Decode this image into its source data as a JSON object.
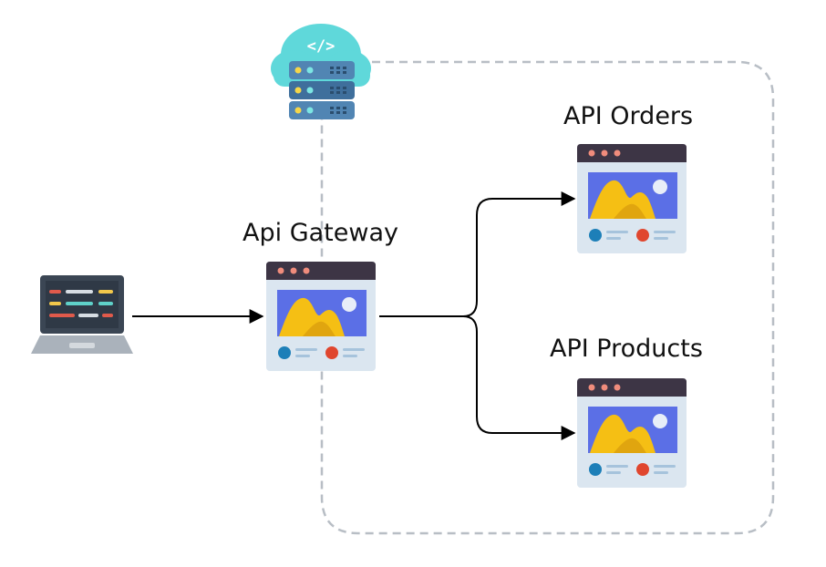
{
  "diagram": {
    "nodes": {
      "client": {
        "icon": "laptop-icon"
      },
      "cloud": {
        "icon": "cloud-server-icon",
        "glyph": "</>"
      },
      "gateway": {
        "label": "Api Gateway",
        "icon": "web-page-icon"
      },
      "orders": {
        "label": "API Orders",
        "icon": "web-page-icon"
      },
      "products": {
        "label": "API Products",
        "icon": "web-page-icon"
      }
    },
    "edges": [
      {
        "from": "client",
        "to": "gateway"
      },
      {
        "from": "gateway",
        "to": "orders"
      },
      {
        "from": "gateway",
        "to": "products"
      }
    ],
    "group": {
      "style": "dashed",
      "contains": [
        "gateway",
        "orders",
        "products"
      ]
    },
    "colors": {
      "window_bar": "#3d3545",
      "window_body": "#dbe6f0",
      "window_image_bg": "#5b6fe6",
      "mountain": "#f5bf14",
      "dot_blue": "#1d7fb8",
      "dot_red": "#e0462e",
      "cloud": "#5fd8da",
      "server": "#5185b3",
      "dashed_border": "#b8bec5",
      "laptop_screen": "#3b4654",
      "laptop_base": "#aab2bb"
    }
  }
}
